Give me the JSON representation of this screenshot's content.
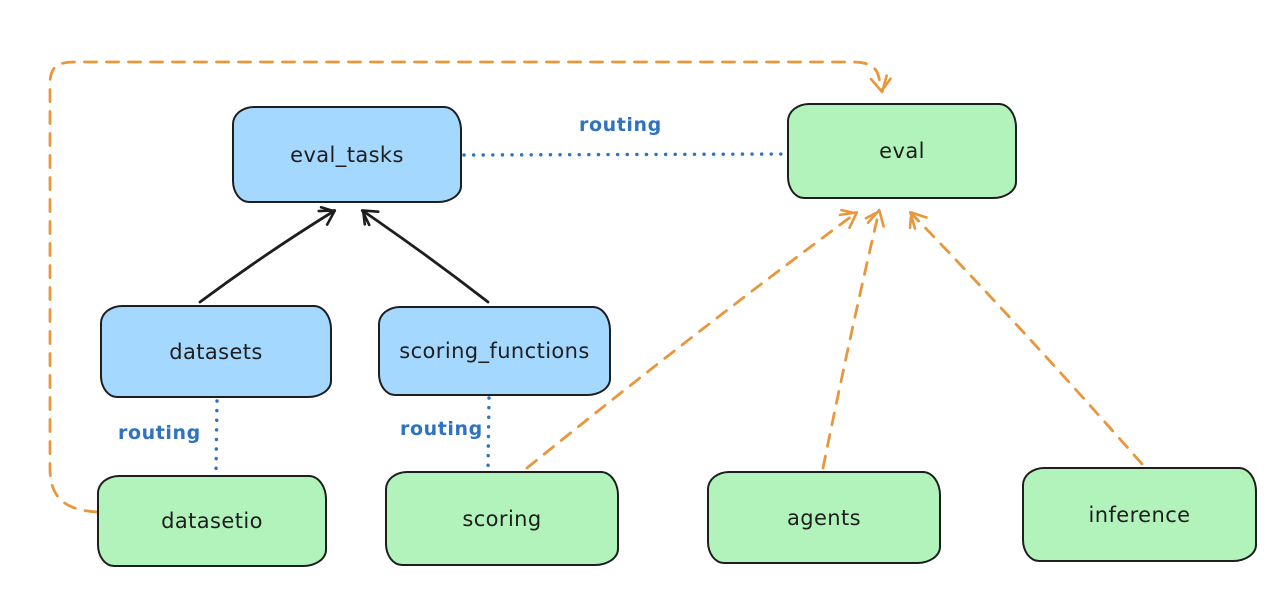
{
  "diagram": {
    "background": "#ffffff",
    "colors": {
      "blue_fill": "#a5d8ff",
      "green_fill": "#b2f2bb",
      "stroke_dark": "#1e1e1e",
      "routing_blue": "#2e72c0",
      "orange": "#e8973d"
    },
    "nodes": [
      {
        "id": "eval_tasks",
        "label": "eval_tasks",
        "fill": "blue"
      },
      {
        "id": "eval",
        "label": "eval",
        "fill": "green"
      },
      {
        "id": "datasets",
        "label": "datasets",
        "fill": "blue"
      },
      {
        "id": "scoring_functions",
        "label": "scoring_functions",
        "fill": "blue"
      },
      {
        "id": "datasetio",
        "label": "datasetio",
        "fill": "green"
      },
      {
        "id": "scoring",
        "label": "scoring",
        "fill": "green"
      },
      {
        "id": "agents",
        "label": "agents",
        "fill": "green"
      },
      {
        "id": "inference",
        "label": "inference",
        "fill": "green"
      }
    ],
    "edge_labels": [
      {
        "id": "routing-top",
        "text": "routing"
      },
      {
        "id": "routing-datasets",
        "text": "routing"
      },
      {
        "id": "routing-scoring",
        "text": "routing"
      }
    ],
    "edges": [
      {
        "from": "datasets",
        "to": "eval_tasks",
        "style": "solid",
        "color": "black"
      },
      {
        "from": "scoring_functions",
        "to": "eval_tasks",
        "style": "solid",
        "color": "black"
      },
      {
        "from": "eval_tasks",
        "to": "eval",
        "style": "dotted",
        "color": "blue",
        "label": "routing"
      },
      {
        "from": "datasets",
        "to": "datasetio",
        "style": "dotted",
        "color": "blue",
        "label": "routing"
      },
      {
        "from": "scoring_functions",
        "to": "scoring",
        "style": "dotted",
        "color": "blue",
        "label": "routing"
      },
      {
        "from": "datasetio",
        "to": "eval",
        "style": "dashed",
        "color": "orange"
      },
      {
        "from": "scoring",
        "to": "eval",
        "style": "dashed",
        "color": "orange"
      },
      {
        "from": "agents",
        "to": "eval",
        "style": "dashed",
        "color": "orange"
      },
      {
        "from": "inference",
        "to": "eval",
        "style": "dashed",
        "color": "orange"
      }
    ]
  }
}
